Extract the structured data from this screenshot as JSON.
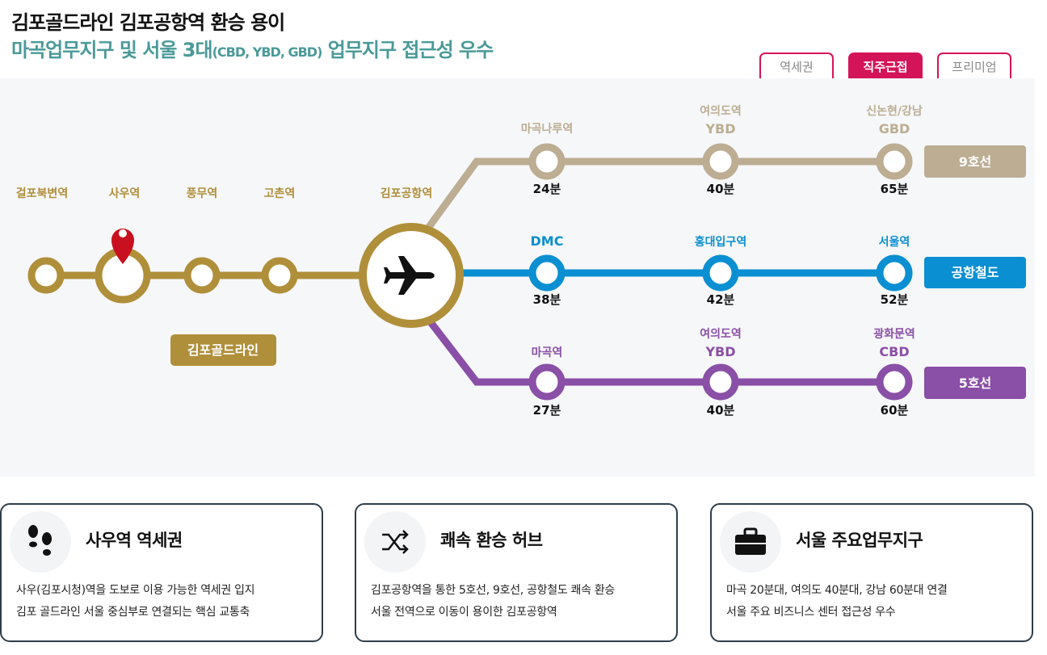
{
  "header": {
    "title": "김포골드라인 김포공항역 환승 용이",
    "subtitle_main": "마곡업무지구 및 서울 3대",
    "subtitle_small": "(CBD, YBD, GBD)",
    "subtitle_end": " 업무지구 접근성 우수"
  },
  "tabs": [
    {
      "label": "역세권",
      "active": false
    },
    {
      "label": "직주근접",
      "active": true
    },
    {
      "label": "프리미엄",
      "active": false
    }
  ],
  "colors": {
    "gold": "#b08f3a",
    "line9": "#bcad93",
    "airport": "#0a8fd2",
    "line5": "#8a4fa6",
    "accent": "#d41458",
    "teal": "#4a9a98"
  },
  "gold_line": {
    "badge": "김포골드라인",
    "stations": [
      "걸포북변역",
      "사우역",
      "풍무역",
      "고촌역"
    ],
    "hub": "김포공항역",
    "hub_icon": "airplane-icon",
    "marker_icon": "map-pin-icon"
  },
  "lines": [
    {
      "badge": "9호선",
      "stations": [
        {
          "name": "마곡나루역",
          "sub": "",
          "time": "24분"
        },
        {
          "name": "여의도역",
          "sub": "YBD",
          "time": "40분"
        },
        {
          "name": "신논현/강남",
          "sub": "GBD",
          "time": "65분"
        }
      ]
    },
    {
      "badge": "공항철도",
      "stations": [
        {
          "name": "DMC",
          "sub": "",
          "time": "38분"
        },
        {
          "name": "홍대입구역",
          "sub": "",
          "time": "42분"
        },
        {
          "name": "서울역",
          "sub": "",
          "time": "52분"
        }
      ]
    },
    {
      "badge": "5호선",
      "stations": [
        {
          "name": "마곡역",
          "sub": "",
          "time": "27분"
        },
        {
          "name": "여의도역",
          "sub": "YBD",
          "time": "40분"
        },
        {
          "name": "광화문역",
          "sub": "CBD",
          "time": "60분"
        }
      ]
    }
  ],
  "cards": [
    {
      "icon": "footprints-icon",
      "title": "사우역 역세권",
      "lines": [
        "사우(김포시청)역을 도보로 이용 가능한 역세권 입지",
        "김포 골드라인 서울 중심부로 연결되는 핵심 교통축"
      ]
    },
    {
      "icon": "shuffle-icon",
      "title": "쾌속 환승 허브",
      "lines": [
        "김포공항역을 통한 5호선, 9호선, 공항철도 쾌속 환승",
        "서울 전역으로 이동이 용이한 김포공항역"
      ]
    },
    {
      "icon": "briefcase-icon",
      "title": "서울 주요업무지구",
      "lines": [
        "마곡 20분대, 여의도 40분대, 강남 60분대 연결",
        "서울 주요 비즈니스 센터 접근성 우수"
      ]
    }
  ]
}
